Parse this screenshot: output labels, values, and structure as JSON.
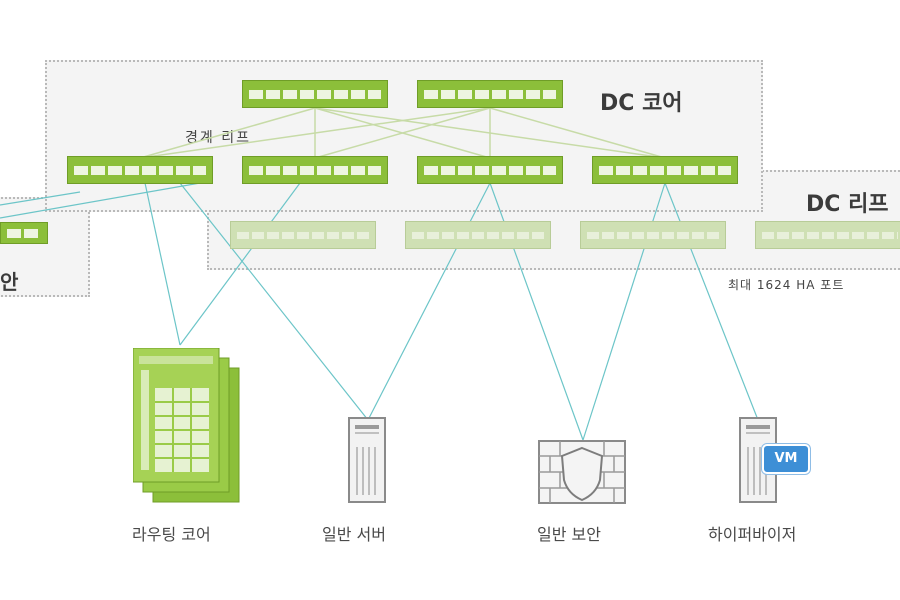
{
  "diagram": {
    "core_label": "DC 코어",
    "leaf_label": "DC 리프",
    "border_leaf_label": "경계 리프",
    "left_group_label": "안",
    "max_ports_note": "최대 1624 HA 포트",
    "devices": {
      "routing_core": "라우팅 코어",
      "general_server": "일반 서버",
      "general_security": "일반 보안",
      "hypervisor": "하이퍼바이저",
      "vm_badge": "VM"
    },
    "colors": {
      "switch_green": "#8cbf3a",
      "link_cyan": "#6cc5c8",
      "link_green": "#c7dba7",
      "vm_blue": "#3d8fd6"
    }
  }
}
